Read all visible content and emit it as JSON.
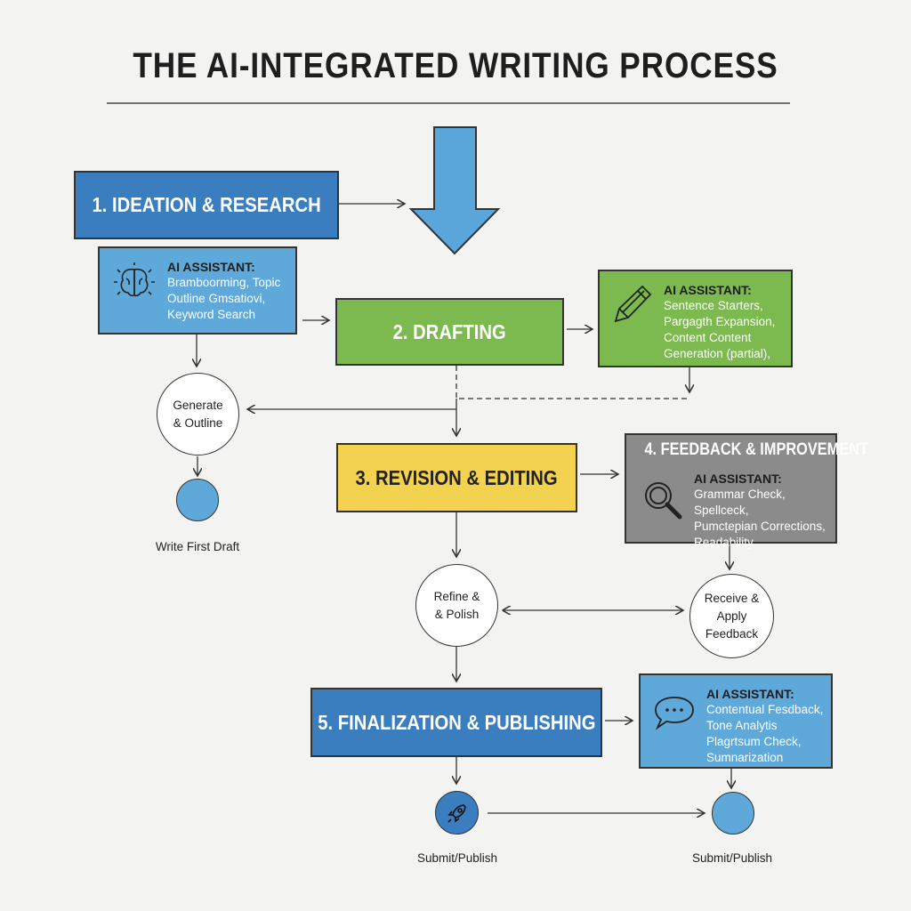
{
  "title": "THE AI-INTEGRATED WRITING PROCESS",
  "colors": {
    "dark_blue": "#3b7ec0",
    "light_blue": "#5fa9da",
    "green": "#7cb94f",
    "yellow": "#f3d250",
    "gray": "#8b8b8b"
  },
  "stages": [
    {
      "label": "1. IDEATION & RESEARCH"
    },
    {
      "label": "2. DRAFTING"
    },
    {
      "label": "3. REVISION & EDITING"
    },
    {
      "label": "4. FEEDBACK & IMPROVEMENT"
    },
    {
      "label": "5. FINALIZATION & PUBLISHING"
    }
  ],
  "ai_boxes": [
    {
      "heading": "AI ASSISTANT:",
      "lines": [
        "Bramboorming, Topic",
        "Outline Gmsatiovi,",
        "Keyword Search"
      ],
      "icon": "brain-icon"
    },
    {
      "heading": "AI ASSISTANT:",
      "lines": [
        "Sentence Starters,",
        "Pargagth Expansion,",
        "Content Content",
        "Generation (partial),"
      ],
      "icon": "pencil-icon"
    },
    {
      "heading": "AI ASSISTANT:",
      "lines": [
        "Grammar Check, Spellceck,",
        "Pumctepian Corrections,",
        "Readability."
      ],
      "icon": "magnifier-icon"
    },
    {
      "heading": "AI ASSISTANT:",
      "lines": [
        "Contentual Fesdback,",
        "Tone Analytis",
        "Plagrtsum Check,",
        "Sumnarization"
      ],
      "icon": "speech-bubble-icon"
    }
  ],
  "circles": {
    "generate": [
      "Generate",
      "& Outline"
    ],
    "refine": [
      "Refine &",
      "& Polish"
    ],
    "receive": [
      "Receive & Apply",
      "Feedback"
    ]
  },
  "labels": {
    "write_first_draft": "Write First Draft",
    "submit_left": "Submit/Publish",
    "submit_right": "Submit/Publish"
  }
}
